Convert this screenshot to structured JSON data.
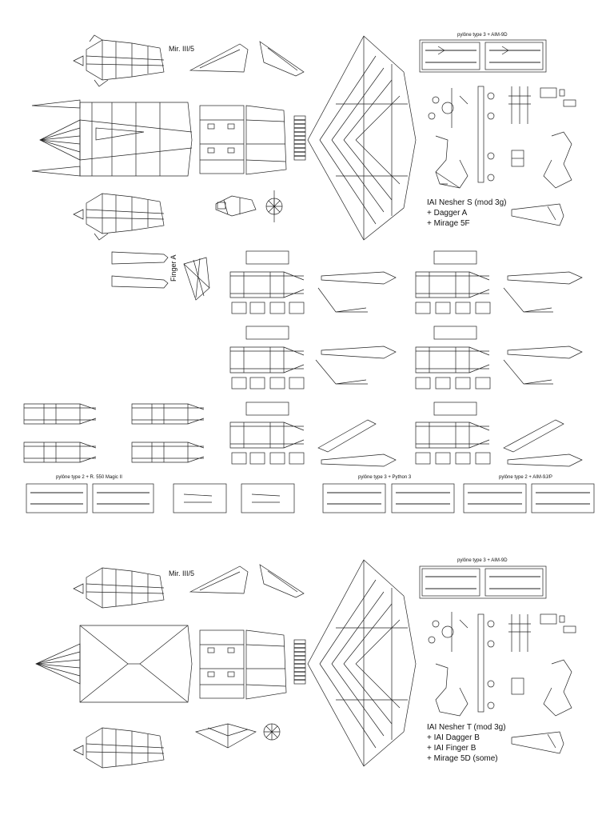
{
  "sheet_top": {
    "mirage_label": "Mir. III/5",
    "pylon_header": "pylône type 3 + AIM-9D",
    "aircraft_lines": [
      "IAI Nesher S (mod 3g)",
      "+ Dagger A",
      "+ Mirage 5F"
    ],
    "finger_label": "Finger A"
  },
  "pylon_strip": {
    "left_label": "pylône type 2 + R. 550 Magic II",
    "mid_label": "pylône type 3 + Python 3",
    "right_label": "pylône type 2 + AIM-9J/P"
  },
  "sheet_bottom": {
    "mirage_label": "Mir. III/5",
    "pylon_header": "pylône type 3 + AIM-9D",
    "aircraft_lines": [
      "IAI Nesher T (mod 3g)",
      "+ IAI Dagger B",
      "+ IAI Finger B",
      "+ Mirage 5D (some)"
    ]
  }
}
